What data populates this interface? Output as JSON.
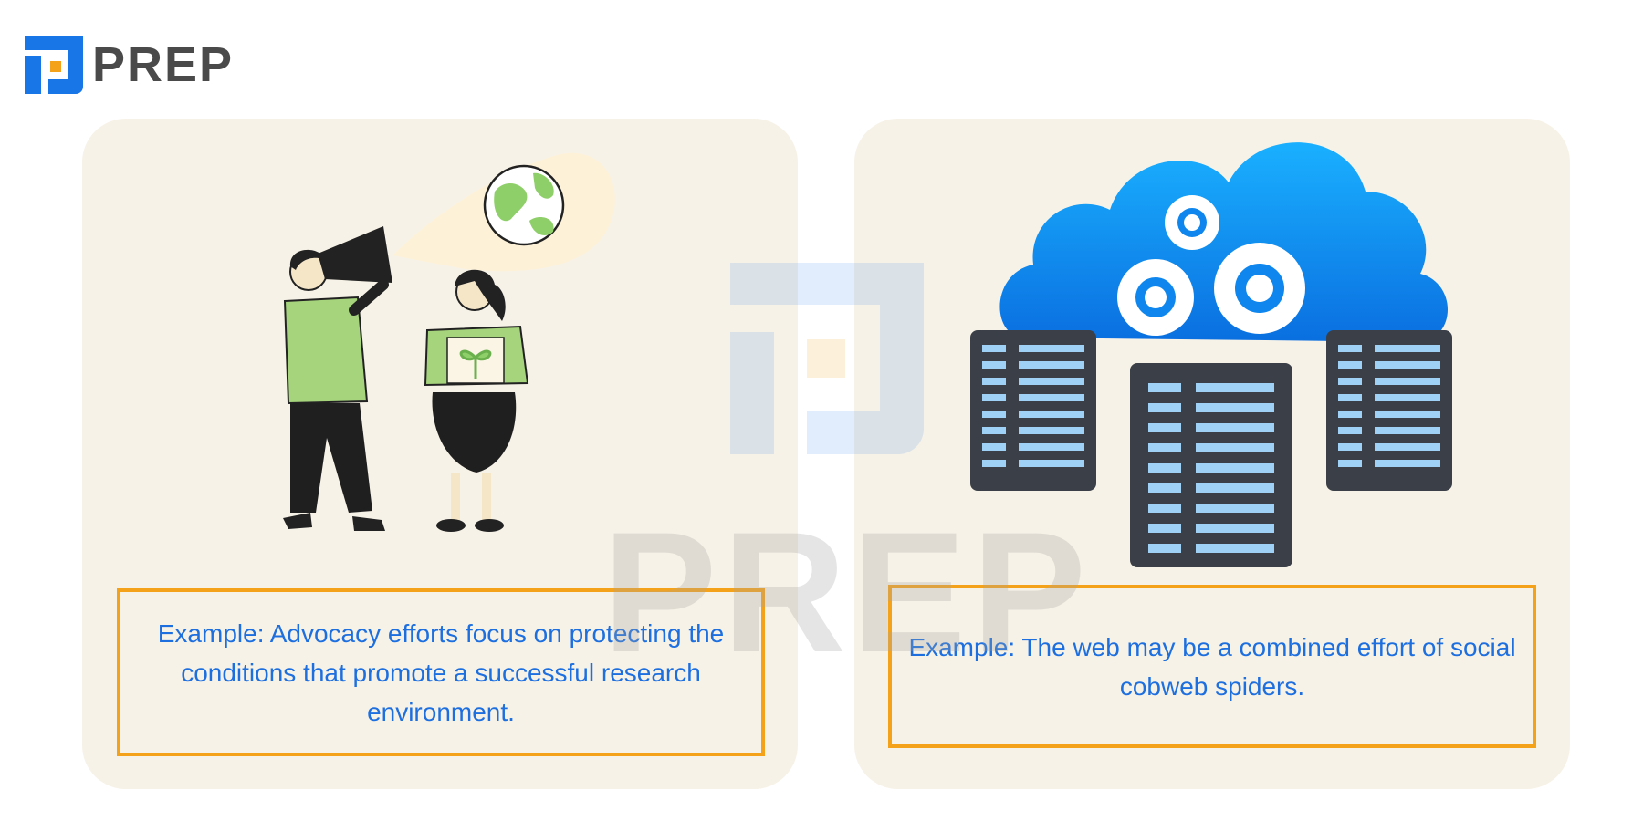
{
  "brand": {
    "name": "PREP",
    "primary_color": "#1976e6",
    "accent_color": "#f5a21b"
  },
  "cards": [
    {
      "illustration": "person-with-megaphone-and-girl-with-plant",
      "caption": "Example: Advocacy efforts focus on protecting the conditions that promote a successful research environment."
    },
    {
      "illustration": "cloud-with-gears-and-servers",
      "caption": "Example: The web may be a combined effort of social cobweb spiders."
    }
  ],
  "watermark": {
    "text": "PREP"
  }
}
